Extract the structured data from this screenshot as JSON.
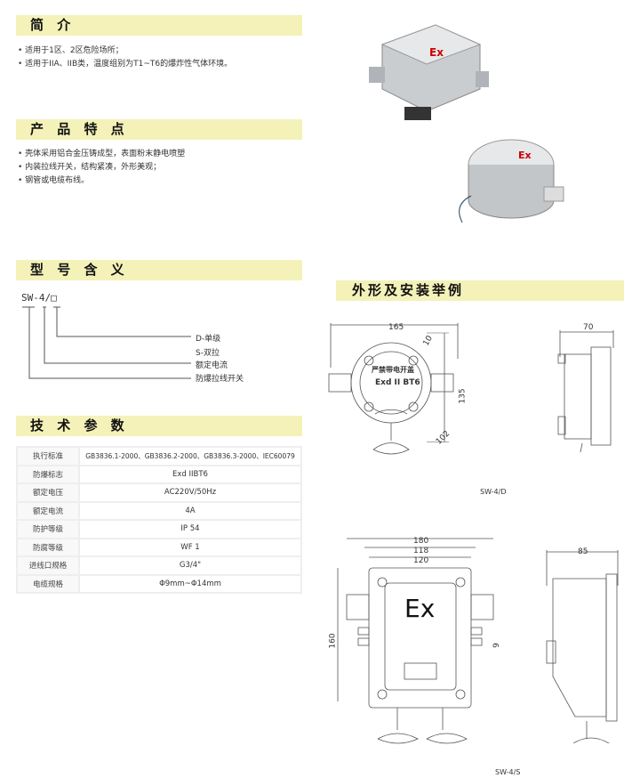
{
  "intro": {
    "title": "简 介",
    "items": [
      "适用于1区、2区危险场所；",
      "适用于IIA、IIB类，温度组别为T1~T6的爆炸性气体环境。"
    ]
  },
  "features": {
    "title": "产 品 特 点",
    "items": [
      "壳体采用铝合金压铸成型，表面粉末静电喷塑",
      "内装拉线开关，结构紧凑，外形美观；",
      "钢管或电缆布线。"
    ]
  },
  "model": {
    "title": "型 号 含 义",
    "code": "SW-4/□",
    "legend": [
      "D-单级",
      "S-双拉",
      "额定电流",
      "防爆拉线开关"
    ]
  },
  "specs": {
    "title": "技 术 参 数",
    "rows": [
      {
        "label": "执行标准",
        "value": "GB3836.1-2000、GB3836.2-2000、GB3836.3-2000、IEC60079"
      },
      {
        "label": "防爆标志",
        "value": "Exd IIBT6"
      },
      {
        "label": "额定电压",
        "value": "AC220V/50Hz"
      },
      {
        "label": "额定电流",
        "value": "4A"
      },
      {
        "label": "防护等级",
        "value": "IP 54"
      },
      {
        "label": "防腐等级",
        "value": "WF 1"
      },
      {
        "label": "进线口规格",
        "value": "G3/4\""
      },
      {
        "label": "电缆规格",
        "value": "Φ9mm~Φ14mm"
      }
    ]
  },
  "install": {
    "title": "外形及安装举例",
    "d": {
      "caption": "SW-4/D",
      "dims": [
        "165",
        "10",
        "135",
        "102",
        "70"
      ],
      "plate_text": "严禁带电开盖",
      "mark": "Exd II BT6"
    },
    "s": {
      "caption": "SW-4/S",
      "dims": [
        "180",
        "118",
        "120",
        "160",
        "9",
        "85"
      ],
      "mark": "Ex"
    }
  },
  "photos": {
    "mark1": "Ex",
    "mark2": "Ex"
  }
}
